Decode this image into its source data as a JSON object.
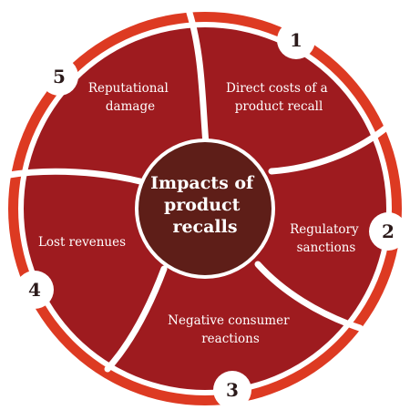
{
  "center": {
    "lines": [
      "Impacts of",
      "product",
      "recalls"
    ]
  },
  "segments": [
    {
      "number": "1",
      "lines": [
        "Direct costs of a",
        "product recall"
      ]
    },
    {
      "number": "2",
      "lines": [
        "Regulatory",
        "sanctions"
      ]
    },
    {
      "number": "3",
      "lines": [
        "Negative consumer",
        "reactions"
      ]
    },
    {
      "number": "4",
      "lines": [
        "Lost revenues"
      ]
    },
    {
      "number": "5",
      "lines": [
        "Reputational",
        "damage"
      ]
    }
  ],
  "colors": {
    "outer_ring": "#dd3a22",
    "segment_fill": "#9e1b1f",
    "center_fill": "#5e1e18",
    "divider": "#ffffff",
    "badge_fill": "#ffffff",
    "number_text": "#2b1a1a",
    "label_text": "#ffffff"
  }
}
